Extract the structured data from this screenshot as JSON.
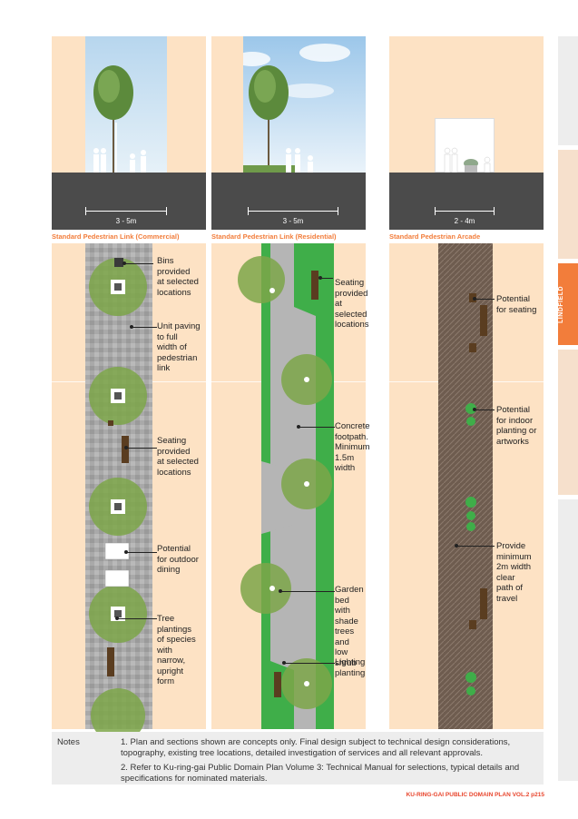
{
  "side_tab": {
    "label": "LINDFIELD"
  },
  "sections": [
    {
      "width_label": "3 - 5m",
      "title": "Standard Pedestrian Link (Commercial)"
    },
    {
      "width_label": "3 - 5m",
      "title": "Standard Pedestrian Link (Residential)"
    },
    {
      "width_label": "2 - 4m",
      "title": "Standard Pedestrian Arcade"
    }
  ],
  "plan1_labels": [
    "Bins\nprovided\nat selected\nlocations",
    "Unit paving\nto full\nwidth of\npedestrian\nlink",
    "Seating\nprovided\nat selected\nlocations",
    "Potential\nfor outdoor\ndining",
    "Tree\nplantings\nof species\nwith\nnarrow,\nupright\nform"
  ],
  "plan2_labels": [
    "Seating\nprovided\nat selected\nlocations",
    "Concrete\nfootpath.\nMinimum\n1.5m\nwidth",
    "Garden\nbed with\nshade\ntrees and\nlow shrub\nplanting",
    "Lighting"
  ],
  "plan3_labels": [
    "Potential\nfor seating",
    "Potential\nfor indoor\nplanting or\nartworks",
    "Provide\nminimum\n2m width\nclear\npath of\ntravel"
  ],
  "notes": {
    "title": "Notes",
    "items": [
      "1.  Plan and sections shown are concepts only. Final design subject to technical design considerations, topography, existing tree locations, detailed investigation of services and all relevant approvals.",
      "2.  Refer to Ku-ring-gai Public Domain Plan Volume 3: Technical Manual for selections, typical details and specifications for nominated materials."
    ]
  },
  "footer": {
    "text": "KU-RING-GAI PUBLIC DOMAIN PLAN     VOL.2 p215"
  },
  "colors": {
    "accent": "#f27d3b",
    "buildings": "#fde2c4",
    "road": "#4b4b4b",
    "grass": "#3fae49",
    "paving": "#a9a9a9",
    "arcade": "#6e5c4f"
  }
}
